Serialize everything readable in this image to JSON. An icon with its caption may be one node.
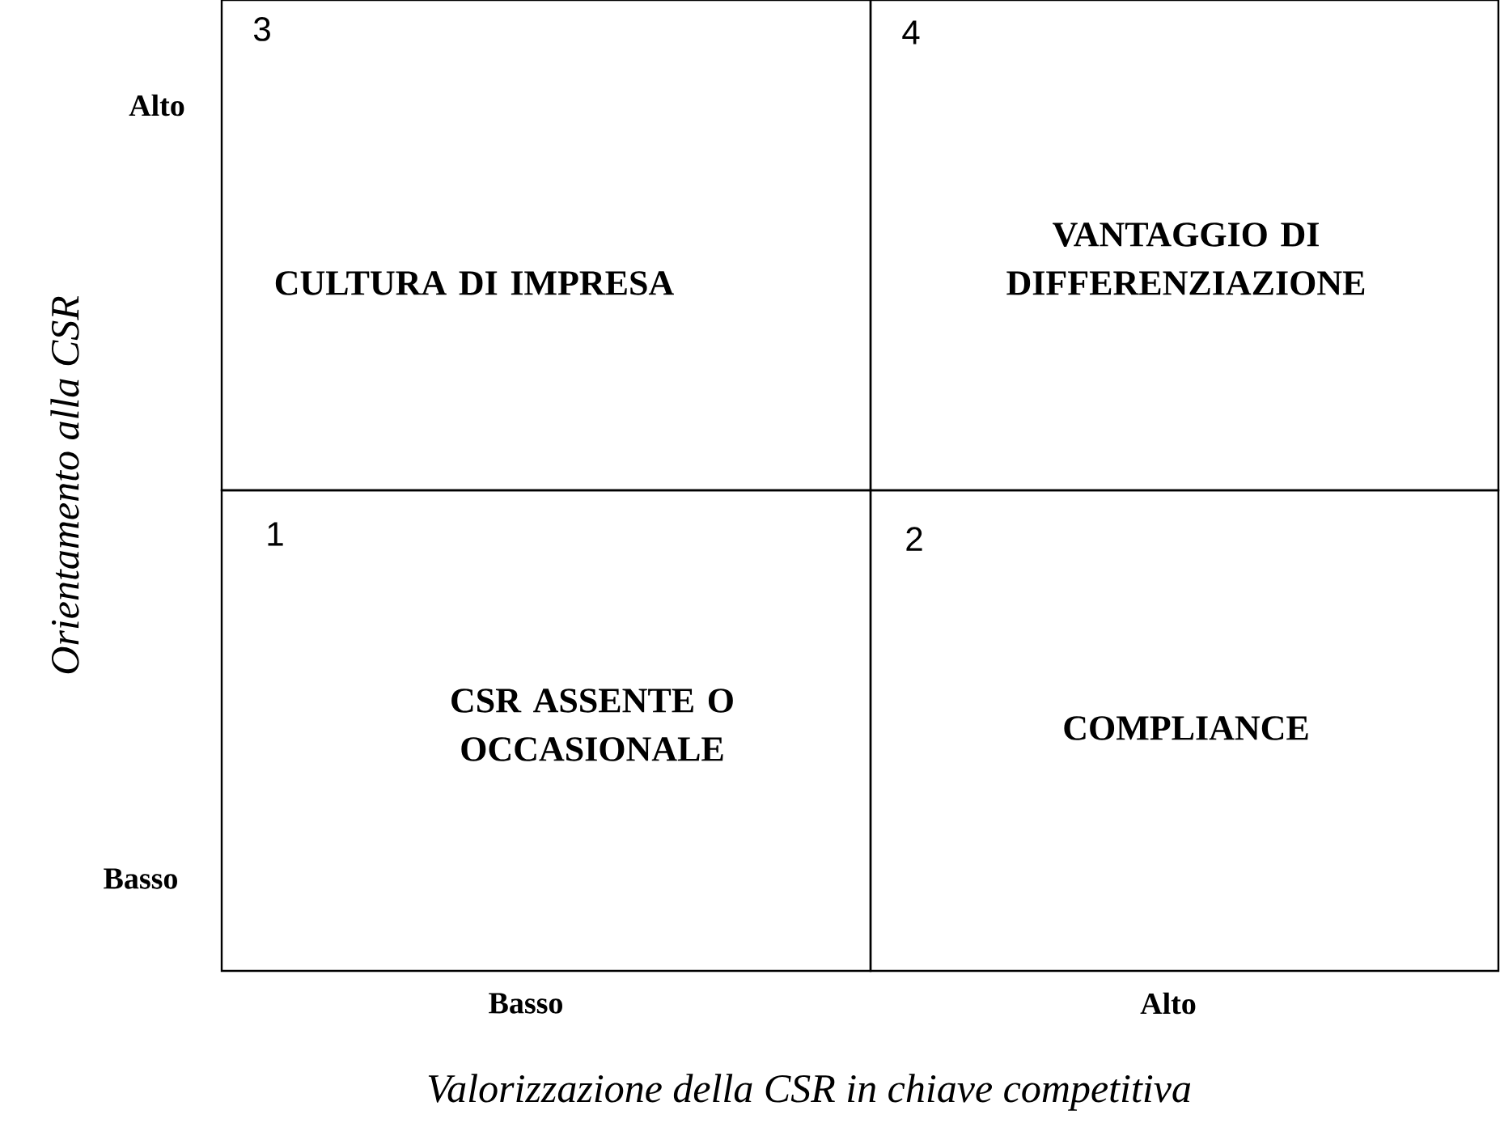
{
  "diagram": {
    "nodes": [
      {
        "text": [
          "3",
          "CULTURA DI IMPRESA"
        ]
      },
      {
        "text": [
          "4",
          "VANTAGGIO DI DIFFERENZIAZIONE"
        ]
      },
      {
        "text": [
          "1",
          "CSR ASSENTE O OCCASIONALE"
        ]
      },
      {
        "text": [
          "2",
          "COMPLIANCE"
        ]
      }
    ],
    "labels": [
      "Alto",
      "Basso",
      "Basso",
      "Alto",
      "Orientamento alla CSR",
      "Valorizzazione della CSR in chiave competitiva"
    ]
  }
}
